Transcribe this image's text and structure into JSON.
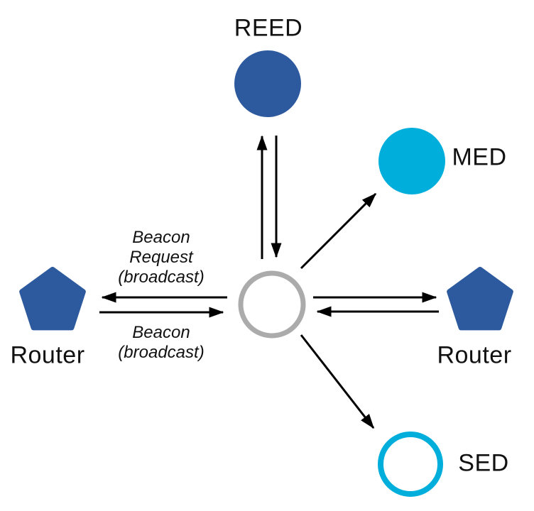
{
  "diagram": {
    "background": "#ffffff",
    "colors": {
      "node_blue": "#2d5a9e",
      "node_cyan": "#00aedc",
      "joiner_gray": "#ababab",
      "arrow": "#000000",
      "text": "#111111"
    },
    "nodes": {
      "reed": {
        "label": "REED",
        "shape": "filled-circle",
        "color": "#2d5a9e"
      },
      "med": {
        "label": "MED",
        "shape": "filled-circle",
        "color": "#00aedc"
      },
      "joining_device": {
        "label": "",
        "shape": "outlined-circle",
        "color": "#ababab"
      },
      "router_left": {
        "label": "Router",
        "shape": "pentagon",
        "color": "#2d5a9e"
      },
      "router_right": {
        "label": "Router",
        "shape": "pentagon",
        "color": "#2d5a9e"
      },
      "sed": {
        "label": "SED",
        "shape": "outlined-circle",
        "color": "#00aedc"
      }
    },
    "messages": {
      "beacon_request": "Beacon\nRequest\n(broadcast)",
      "beacon": "Beacon\n(broadcast)"
    },
    "edges": [
      {
        "from": "joining_device",
        "to": "reed"
      },
      {
        "from": "reed",
        "to": "joining_device"
      },
      {
        "from": "joining_device",
        "to": "router_left",
        "label": "Beacon Request (broadcast)"
      },
      {
        "from": "router_left",
        "to": "joining_device",
        "label": "Beacon (broadcast)"
      },
      {
        "from": "joining_device",
        "to": "router_right"
      },
      {
        "from": "router_right",
        "to": "joining_device"
      },
      {
        "from": "joining_device",
        "to": "med"
      },
      {
        "from": "joining_device",
        "to": "sed"
      }
    ]
  }
}
